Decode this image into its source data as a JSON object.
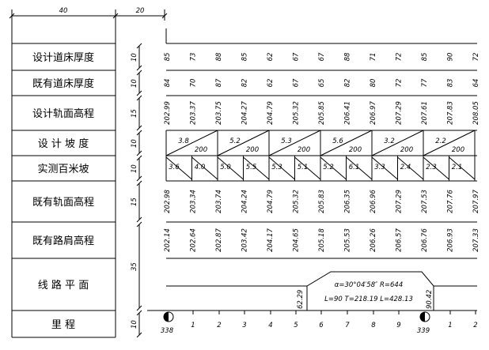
{
  "dimensions": {
    "top_label_width": "40",
    "top_label_width2": "20"
  },
  "rows": [
    {
      "label": "设计道床厚度",
      "height_label": "10"
    },
    {
      "label": "既有道床厚度",
      "height_label": "10"
    },
    {
      "label": "设计轨面高程",
      "height_label": "15"
    },
    {
      "label": "设 计 坡 度",
      "height_label": "10"
    },
    {
      "label": "实测百米坡",
      "height_label": "10"
    },
    {
      "label": "既有轨面高程",
      "height_label": "15"
    },
    {
      "label": "既有路肩高程",
      "height_label": ""
    },
    {
      "label": "线 路 平 面",
      "height_label": "35"
    },
    {
      "label": "里        程",
      "height_label": "10"
    }
  ],
  "columns": {
    "design_bed": [
      "85",
      "73",
      "88",
      "85",
      "62",
      "67",
      "67",
      "88",
      "71",
      "72",
      "85",
      "90",
      "72"
    ],
    "existing_bed": [
      "84",
      "70",
      "87",
      "82",
      "62",
      "67",
      "65",
      "82",
      "80",
      "72",
      "77",
      "83",
      "64"
    ],
    "design_rail": [
      "202.99",
      "203.37",
      "203.75",
      "204.27",
      "204.79",
      "205.32",
      "205.85",
      "206.41",
      "206.97",
      "207.29",
      "207.61",
      "207.83",
      "208.05"
    ],
    "existing_rail": [
      "202.98",
      "203.34",
      "203.74",
      "204.24",
      "204.79",
      "205.32",
      "205.83",
      "206.35",
      "206.96",
      "207.29",
      "207.53",
      "207.76",
      "207.97"
    ],
    "shoulder": [
      "202.14",
      "202.64",
      "202.87",
      "203.42",
      "204.17",
      "204.65",
      "205.18",
      "205.53",
      "206.26",
      "206.57",
      "206.76",
      "206.93",
      "207.33"
    ]
  },
  "design_grade": [
    {
      "grade": "3.8",
      "length": "200"
    },
    {
      "grade": "5.2",
      "length": "200"
    },
    {
      "grade": "5.3",
      "length": "200"
    },
    {
      "grade": "5.6",
      "length": "200"
    },
    {
      "grade": "3.2",
      "length": "200"
    },
    {
      "grade": "2.2",
      "length": "200"
    }
  ],
  "measured_grade": [
    "3.6",
    "4.0",
    "5.0",
    "5.5",
    "5.3",
    "5.1",
    "5.2",
    "6.1",
    "3.3",
    "2.4",
    "2.3",
    "2.1"
  ],
  "curve": {
    "start_chain": "62.29",
    "end_chain": "90.42",
    "line1": "α=30°04′58″ R=644",
    "line2": "L=90 T=218.19 L=428.13"
  },
  "mileage": {
    "km_start": "338",
    "km_end": "339",
    "ticks": [
      "1",
      "2",
      "3",
      "4",
      "5",
      "6",
      "7",
      "8",
      "9",
      "1",
      "2"
    ]
  }
}
